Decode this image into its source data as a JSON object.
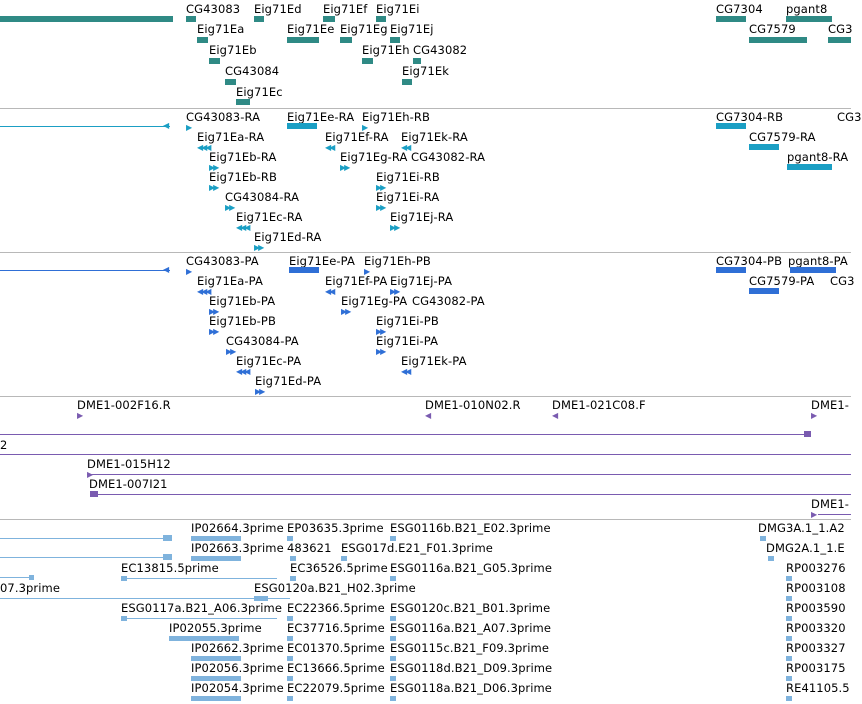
{
  "colors": {
    "gene": "#2f8a85",
    "mrna": "#1b9fc4",
    "protein": "#2f6fd6",
    "clone": "#7a5bb0",
    "est": "#7fb3dd",
    "divider": "#b8b8b8"
  },
  "tracks": {
    "genes": {
      "features": [
        "CG43083",
        "Eig71Ed",
        "Eig71Ef",
        "Eig71Ei",
        "CG7304",
        "pgant8",
        "Eig71Ea",
        "Eig71Ee",
        "Eig71Eg",
        "Eig71Ej",
        "CG7579",
        "CG3",
        "Eig71Eb",
        "Eig71Eh",
        "CG43082",
        "CG43084",
        "Eig71Ek",
        "Eig71Ec"
      ]
    },
    "transcripts": {
      "features": [
        "CG43083-RA",
        "Eig71Ee-RA",
        "Eig71Eh-RB",
        "CG7304-RB",
        "CG3",
        "Eig71Ea-RA",
        "Eig71Ef-RA",
        "Eig71Ek-RA",
        "CG7579-RA",
        "Eig71Eb-RA",
        "Eig71Eg-RA",
        "CG43082-RA",
        "pgant8-RA",
        "Eig71Eb-RB",
        "Eig71Ei-RB",
        "CG43084-RA",
        "Eig71Ei-RA",
        "Eig71Ec-RA",
        "Eig71Ej-RA",
        "Eig71Ed-RA"
      ]
    },
    "proteins": {
      "features": [
        "CG43083-PA",
        "Eig71Ee-PA",
        "Eig71Eh-PB",
        "CG7304-PB",
        "pgant8-PA",
        "Eig71Ea-PA",
        "Eig71Ef-PA",
        "Eig71Ej-PA",
        "CG7579-PA",
        "CG3",
        "Eig71Eb-PA",
        "Eig71Eg-PA",
        "CG43082-PA",
        "Eig71Eb-PB",
        "Eig71Ei-PB",
        "CG43084-PA",
        "Eig71Ei-PA",
        "Eig71Ec-PA",
        "Eig71Ek-PA",
        "Eig71Ed-PA"
      ]
    },
    "clones": {
      "features": [
        "DME1-002F16.R",
        "DME1-010N02.R",
        "DME1-021C08.F",
        "DME1-",
        "2",
        "DME1-015H12",
        "DME1-007I21",
        "DME1-"
      ]
    },
    "ests": {
      "features": [
        "IP02664.3prime",
        "EP03635.3prime",
        "ESG0116b.B21_E02.3prime",
        "DMG3A.1_1.A2",
        "IP02663.3prime",
        "483621",
        "ESG017d.E21_F01.3prime",
        "DMG2A.1_1.E",
        "EC13815.5prime",
        "EC36526.5prime",
        "ESG0116a.B21_G05.3prime",
        "RP003276",
        "07.3prime",
        "ESG0120a.B21_H02.3prime",
        "RP003108",
        "ESG0117a.B21_A06.3prime",
        "EC22366.5prime",
        "ESG0120c.B21_B01.3prime",
        "RP003590",
        "IP02055.3prime",
        "EC37716.5prime",
        "ESG0116a.B21_A07.3prime",
        "RP003320",
        "IP02662.3prime",
        "EC01370.5prime",
        "ESG0115c.B21_F09.3prime",
        "RP003327",
        "IP02056.3prime",
        "EC13666.5prime",
        "ESG0118d.B21_D09.3prime",
        "RP003175",
        "IP02054.3prime",
        "EC22079.5prime",
        "ESG0118a.B21_D06.3prime",
        "RE41105.5"
      ]
    }
  }
}
